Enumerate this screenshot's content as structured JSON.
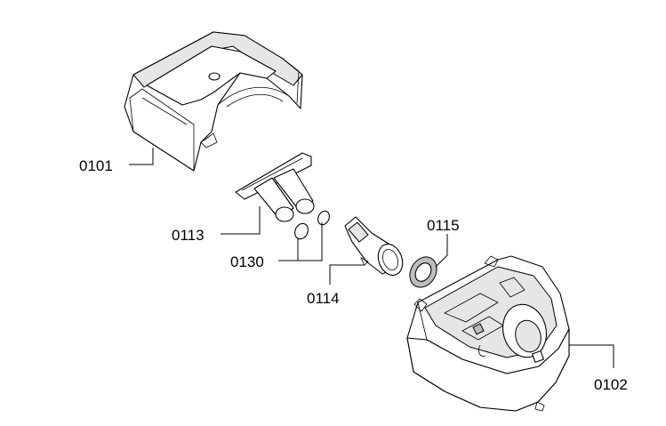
{
  "diagram": {
    "parts": [
      {
        "id": "top-cover",
        "number": "0101"
      },
      {
        "id": "twin-tube-insert",
        "number": "0113"
      },
      {
        "id": "o-rings",
        "number": "0130"
      },
      {
        "id": "connector-tube",
        "number": "0114"
      },
      {
        "id": "seal-ring",
        "number": "0115"
      },
      {
        "id": "base-housing",
        "number": "0102"
      }
    ]
  }
}
